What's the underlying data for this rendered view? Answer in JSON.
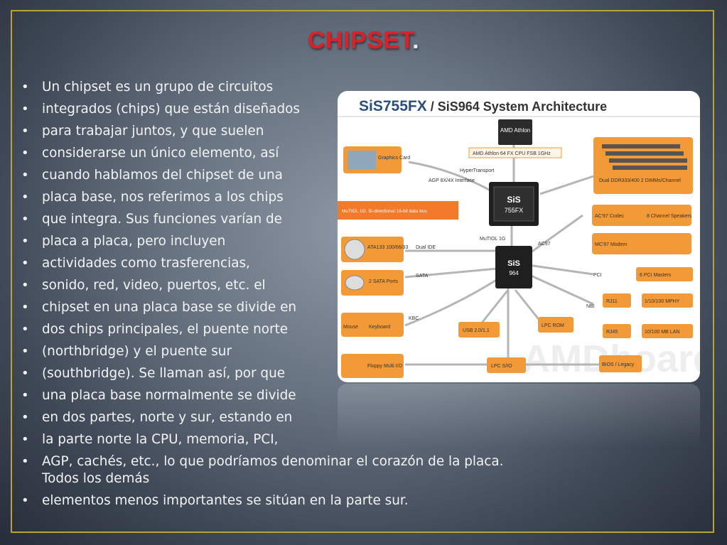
{
  "slide": {
    "title": "CHIPSET",
    "title_suffix": ".",
    "bullets": [
      "Un chipset es un grupo de circuitos",
      "integrados (chips) que están diseñados",
      "para trabajar juntos, y que suelen",
      "considerarse un único elemento, así",
      "cuando hablamos del chipset de una",
      "placa base, nos referimos a los chips",
      "que integra. Sus funciones varían de",
      "placa a placa, pero incluyen",
      "actividades como trasferencias,",
      "sonido, red, video, puertos, etc. el",
      "chipset en una placa base se divide en",
      "dos chips principales, el puente norte",
      "(northbridge) y el puente sur",
      "(southbridge). Se llaman así, por que",
      "una placa base normalmente se divide",
      "en dos partes, norte y sur, estando en",
      "la parte norte la CPU, memoria, PCI,",
      "AGP, cachés, etc., lo que podríamos denominar el corazón de la placa. Todos los demás",
      "elementos menos importantes se sitúan en la parte sur."
    ]
  },
  "diagram": {
    "title_main": "SiS755FX",
    "title_rest": " / SiS964 System Architecture",
    "cpu_label": "AMD Athlon",
    "northbridge": {
      "brand": "SiS",
      "model": "755FX"
    },
    "southbridge": {
      "brand": "SiS",
      "model": "964"
    },
    "watermark": "AMDboard",
    "labels": {
      "graphics": "Graphics Card",
      "agp": "AGP 8X/4X Interface",
      "hypertransport": "HyperTransport",
      "cpu_bus": "AMD Athlon 64 FX CPU FSB 1GHz",
      "memory": "Dual DDR333/400 2 DIMMs/Channel",
      "mutiol_note": "MuTIOL 1G, Bi-directional 16-bit data bus",
      "mutiol": "MuTIOL 1G",
      "ata": "ATA133 100/66/33",
      "dual_ide": "Dual IDE",
      "sata": "2 SATA Ports",
      "sata_link": "SATA",
      "kbc": "KBC",
      "keyboard": "Keyboard",
      "mouse": "Mouse",
      "floppy": "Floppy Multi I/O",
      "usb": "USB 2.0/1.1",
      "lpc_rom": "LPC ROM",
      "lpc_sio": "LPC S/IO",
      "bios": "BIOS / Legacy",
      "ac97": "AC'97 Codec",
      "speakers": "8 Channel Speakers",
      "ac97_link": "AC97",
      "modem": "MC'97 Modem",
      "pci": "PCI",
      "pci_masters": "6 PCI Masters",
      "nbi": "NBI",
      "rj11": "RJ11",
      "lan1": "1/10/100 MPHY",
      "rj45": "RJ45",
      "lan2": "10/100 MB LAN"
    }
  },
  "colors": {
    "title": "#d7222a",
    "frame": "#b9a23a",
    "diagram_orange": "#f29a37"
  }
}
